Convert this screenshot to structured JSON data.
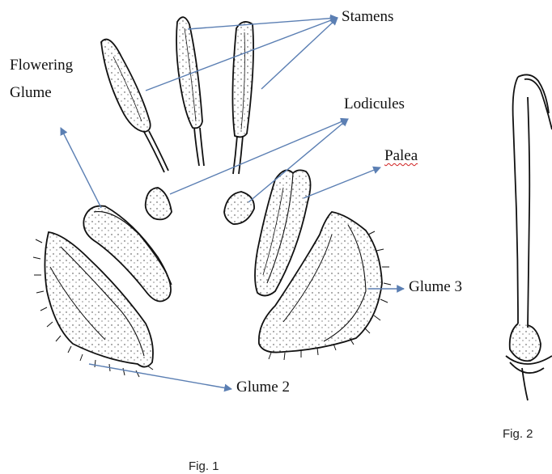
{
  "labels": {
    "stamens": "Stamens",
    "flowering_glume_line1": "Flowering",
    "flowering_glume_line2": "Glume",
    "lodicules": "Lodicules",
    "palea": "Palea",
    "glume3": "Glume 3",
    "glume2": "Glume 2"
  },
  "captions": {
    "fig1": "Fig. 1",
    "fig2": "Fig. 2"
  },
  "colors": {
    "arrow": "#5b7fb3",
    "ink": "#111111",
    "palea_underline": "#d02020"
  }
}
